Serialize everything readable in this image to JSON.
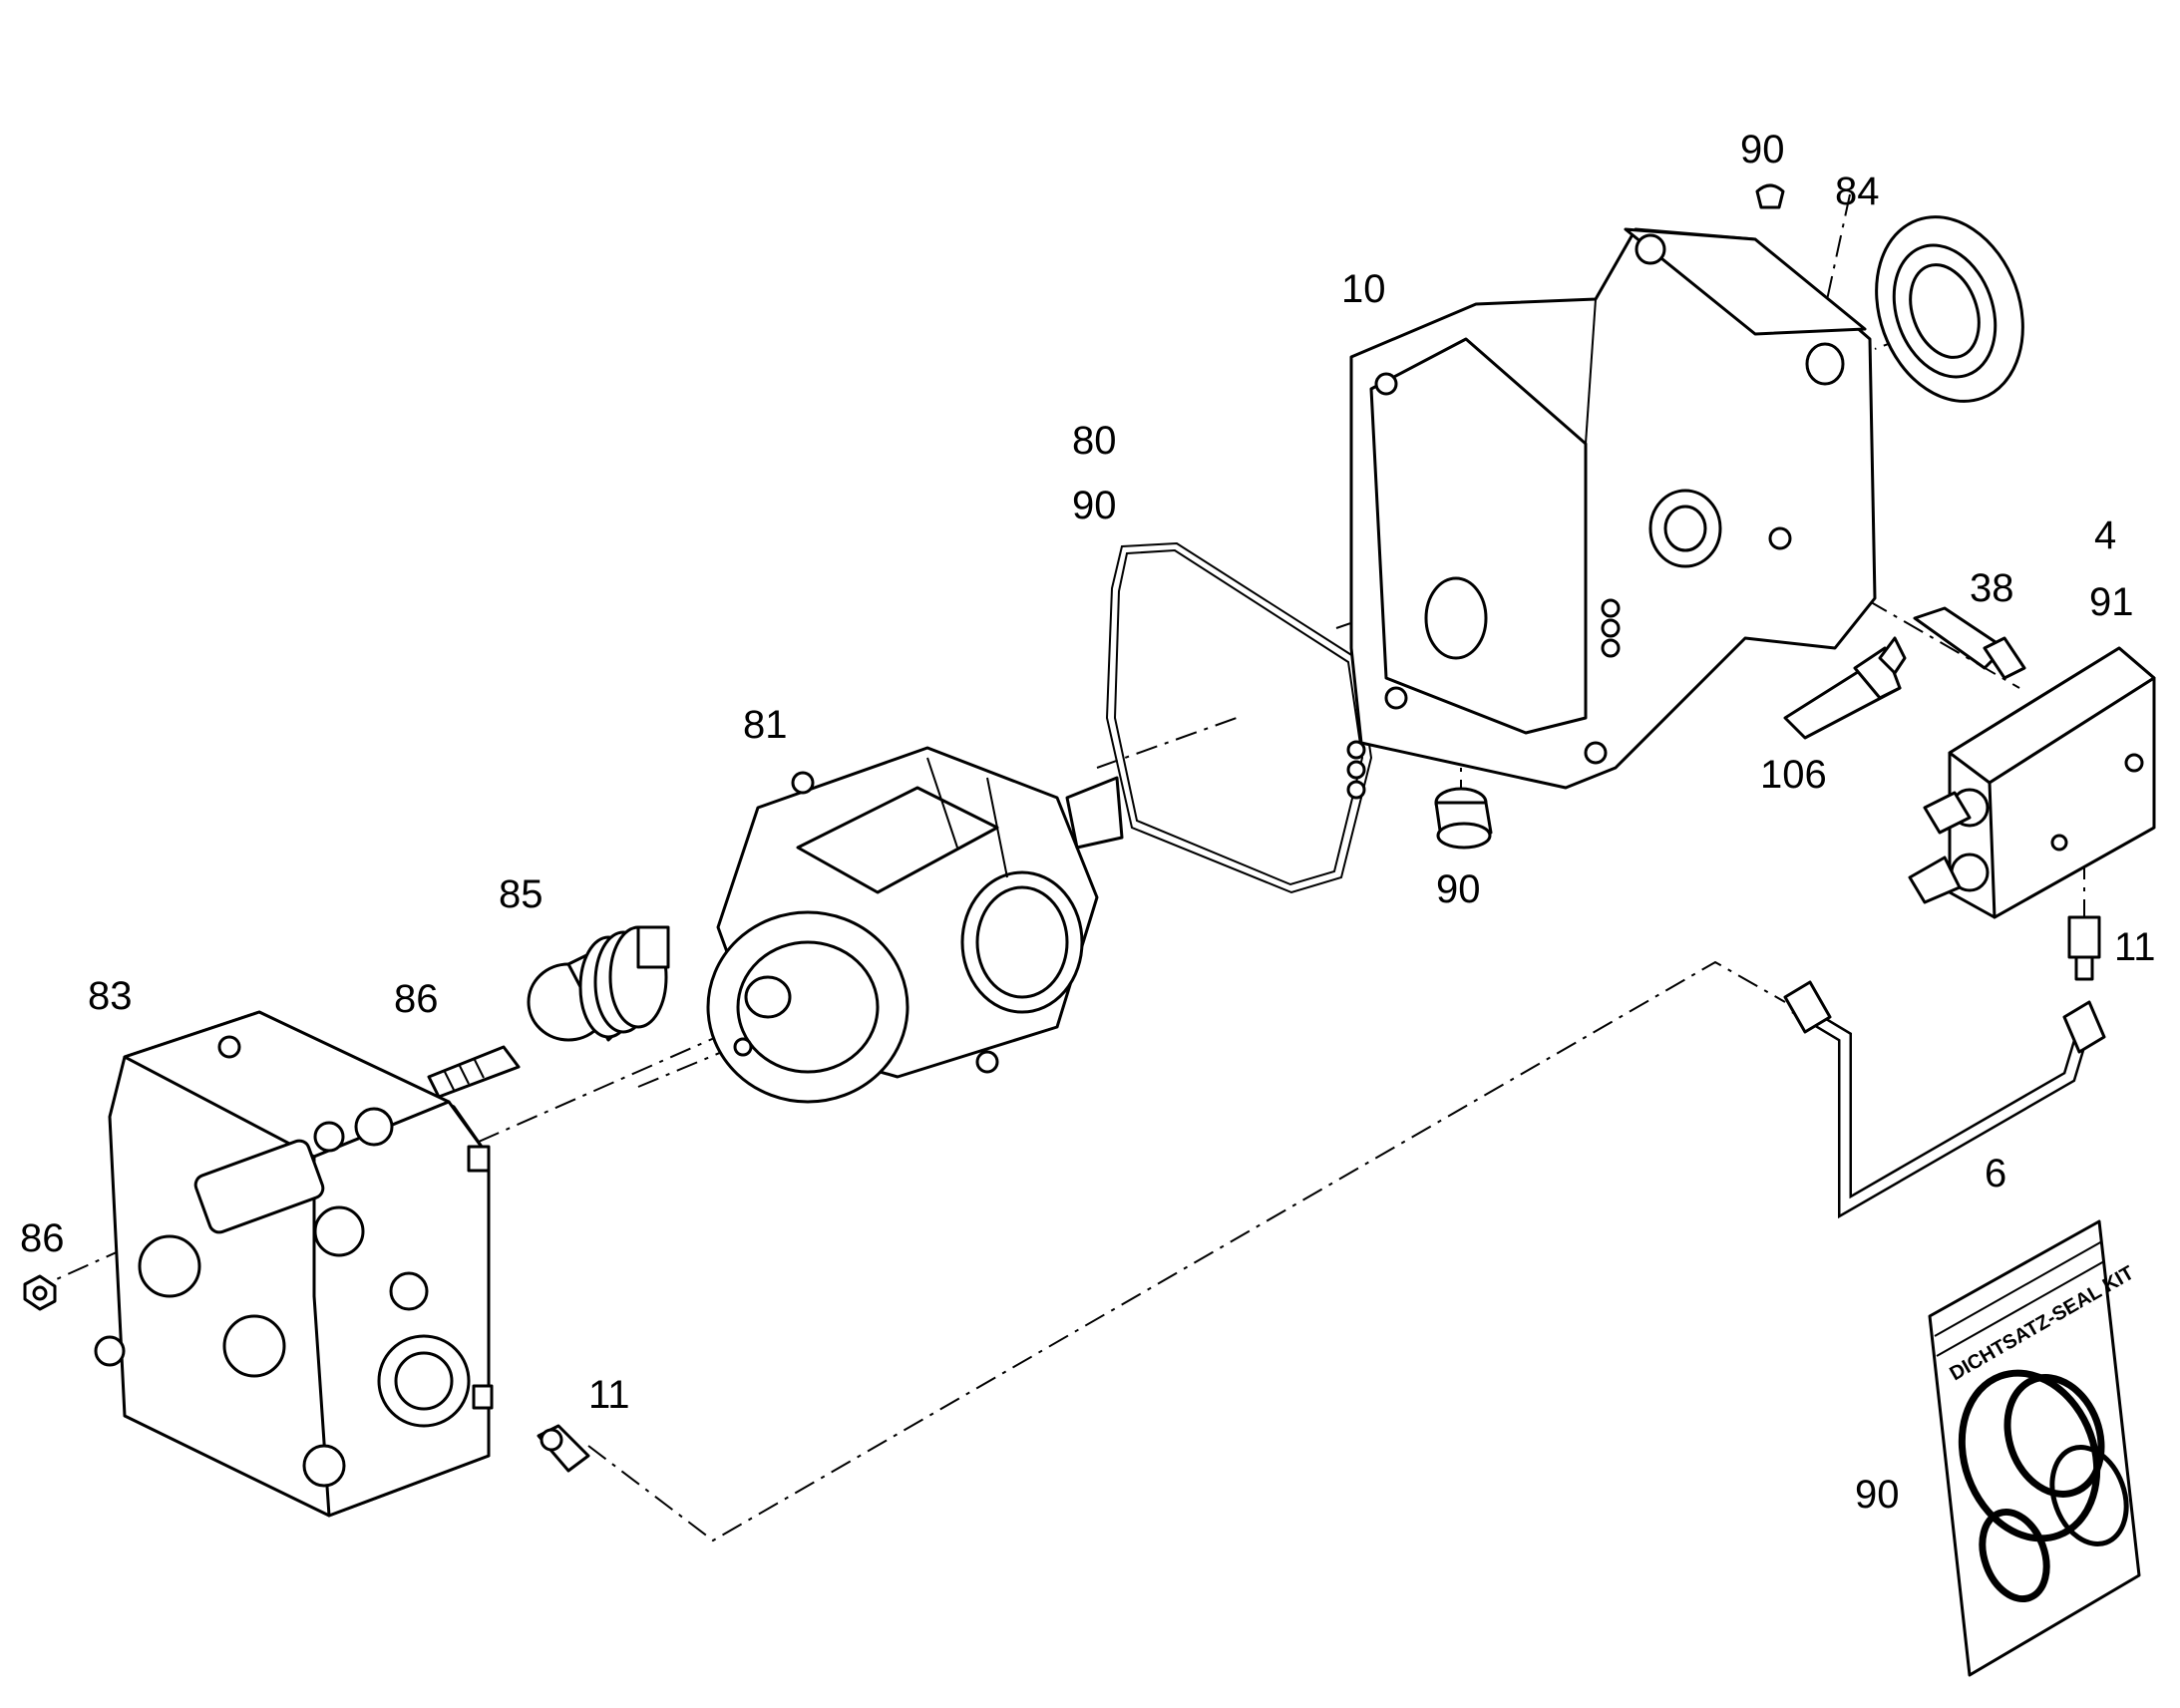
{
  "labels": {
    "l90_top": "90",
    "l84": "84",
    "l10": "10",
    "l80": "80",
    "l90_oring": "90",
    "l4": "4",
    "l38": "38",
    "l91": "91",
    "l81": "81",
    "l106": "106",
    "l90_plug": "90",
    "l85": "85",
    "l83": "83",
    "l86_top": "86",
    "l11_right": "11",
    "l6": "6",
    "l86_left": "86",
    "l11_bottom": "11",
    "l90_kit": "90"
  },
  "seal_kit": {
    "text": "DICHTSATZ-SEAL KIT"
  }
}
